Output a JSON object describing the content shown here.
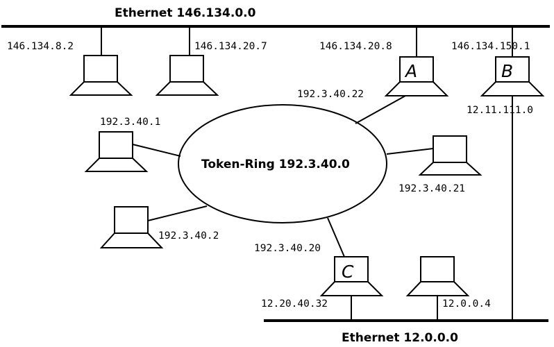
{
  "networks": {
    "top_bus": "Ethernet 146.134.0.0",
    "bottom_bus": "Ethernet 12.0.0.0",
    "ring": "Token-Ring 192.3.40.0"
  },
  "hosts": {
    "h1": {
      "address": "146.134.8.2"
    },
    "h2": {
      "address": "146.134.20.7"
    },
    "a": {
      "letter": "A",
      "address_top": "146.134.20.8",
      "address_ring": "192.3.40.22"
    },
    "b": {
      "letter": "B",
      "address_top": "146.134.150.1",
      "address_bottom": "12.11.111.0"
    },
    "r1": {
      "address": "192.3.40.1"
    },
    "r2": {
      "address": "192.3.40.2"
    },
    "r21": {
      "address": "192.3.40.21"
    },
    "c": {
      "letter": "C",
      "address_ring": "192.3.40.20",
      "address_bottom": "12.20.40.32"
    },
    "d": {
      "address": "12.0.0.4"
    }
  }
}
